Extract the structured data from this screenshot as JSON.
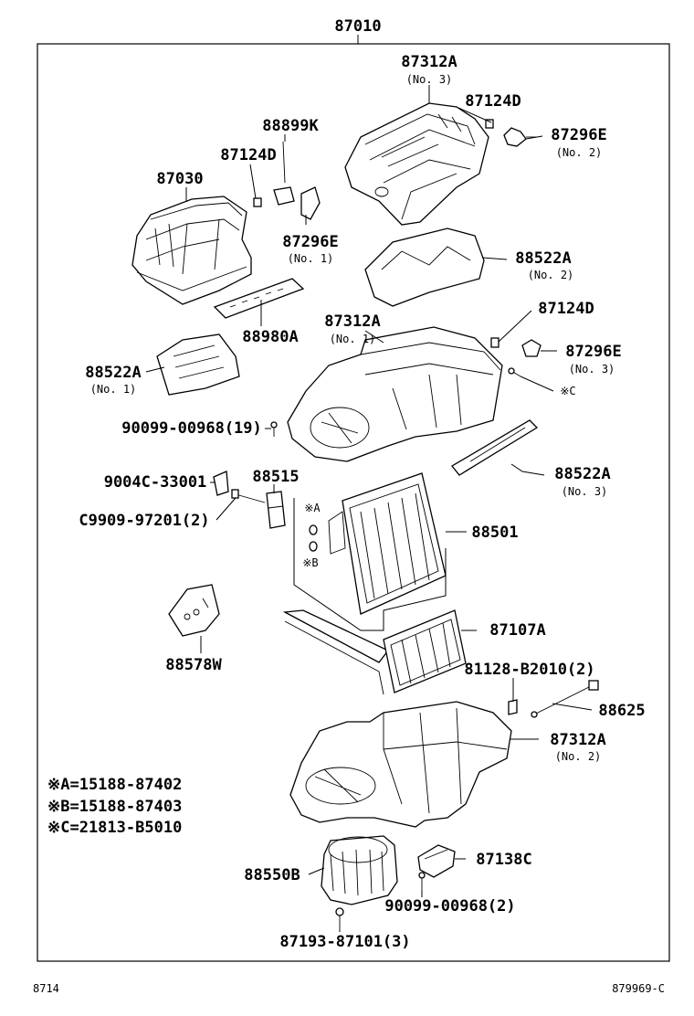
{
  "assembly_label": "87010",
  "parts": [
    {
      "id": "87312A-no3",
      "number": "87312A",
      "qualifier": "(No. 3)"
    },
    {
      "id": "87124D-top",
      "number": "87124D",
      "qualifier": ""
    },
    {
      "id": "87296E-no2",
      "number": "87296E",
      "qualifier": "(No. 2)"
    },
    {
      "id": "88899K",
      "number": "88899K",
      "qualifier": ""
    },
    {
      "id": "87124D-left",
      "number": "87124D",
      "qualifier": ""
    },
    {
      "id": "87030",
      "number": "87030",
      "qualifier": ""
    },
    {
      "id": "87296E-no1",
      "number": "87296E",
      "qualifier": "(No. 1)"
    },
    {
      "id": "88522A-no2",
      "number": "88522A",
      "qualifier": "(No. 2)"
    },
    {
      "id": "88980A",
      "number": "88980A",
      "qualifier": ""
    },
    {
      "id": "87312A-no1",
      "number": "87312A",
      "qualifier": "(No. 1)"
    },
    {
      "id": "87124D-mid",
      "number": "87124D",
      "qualifier": ""
    },
    {
      "id": "87296E-no3",
      "number": "87296E",
      "qualifier": "(No. 3)"
    },
    {
      "id": "88522A-no1",
      "number": "88522A",
      "qualifier": "(No. 1)"
    },
    {
      "id": "note-C-mark",
      "number": "※C",
      "qualifier": ""
    },
    {
      "id": "90099-00968-19",
      "number": "90099-00968(19)",
      "qualifier": ""
    },
    {
      "id": "88515",
      "number": "88515",
      "qualifier": ""
    },
    {
      "id": "88522A-no3",
      "number": "88522A",
      "qualifier": "(No. 3)"
    },
    {
      "id": "9004C-33001",
      "number": "9004C-33001",
      "qualifier": ""
    },
    {
      "id": "C9909-97201",
      "number": "C9909-97201(2)",
      "qualifier": ""
    },
    {
      "id": "note-A-mark",
      "number": "※A",
      "qualifier": ""
    },
    {
      "id": "88501",
      "number": "88501",
      "qualifier": ""
    },
    {
      "id": "note-B-mark",
      "number": "※B",
      "qualifier": ""
    },
    {
      "id": "88578W",
      "number": "88578W",
      "qualifier": ""
    },
    {
      "id": "87107A",
      "number": "87107A",
      "qualifier": ""
    },
    {
      "id": "81128-B2010",
      "number": "81128-B2010(2)",
      "qualifier": ""
    },
    {
      "id": "88625",
      "number": "88625",
      "qualifier": ""
    },
    {
      "id": "87312A-no2",
      "number": "87312A",
      "qualifier": "(No. 2)"
    },
    {
      "id": "88550B",
      "number": "88550B",
      "qualifier": ""
    },
    {
      "id": "87138C",
      "number": "87138C",
      "qualifier": ""
    },
    {
      "id": "90099-00968-2",
      "number": "90099-00968(2)",
      "qualifier": ""
    },
    {
      "id": "87193-87101",
      "number": "87193-87101(3)",
      "qualifier": ""
    }
  ],
  "notes": [
    "※A=15188-87402",
    "※B=15188-87403",
    "※C=21813-B5010"
  ],
  "footer": {
    "left": "8714",
    "right": "879969-C"
  }
}
